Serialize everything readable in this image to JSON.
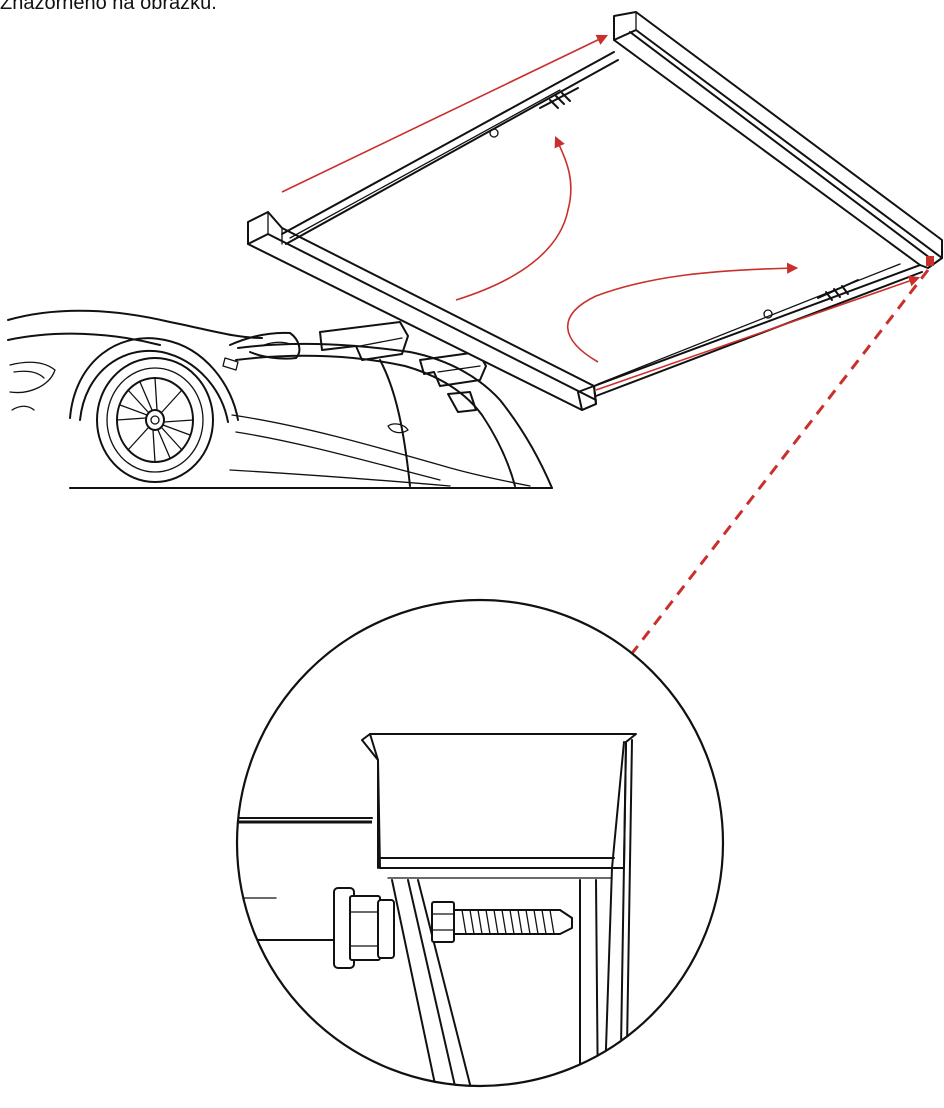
{
  "figure": {
    "caption": "Znázorněno na obrázku.",
    "colors": {
      "line": "#111111",
      "accent": "#c9302c",
      "background": "#ffffff"
    },
    "parts": {
      "car": "car-illustration",
      "frame": "awning-frame",
      "detail": "magnified-corner-detail",
      "bolt": "bolt-and-nut"
    }
  }
}
